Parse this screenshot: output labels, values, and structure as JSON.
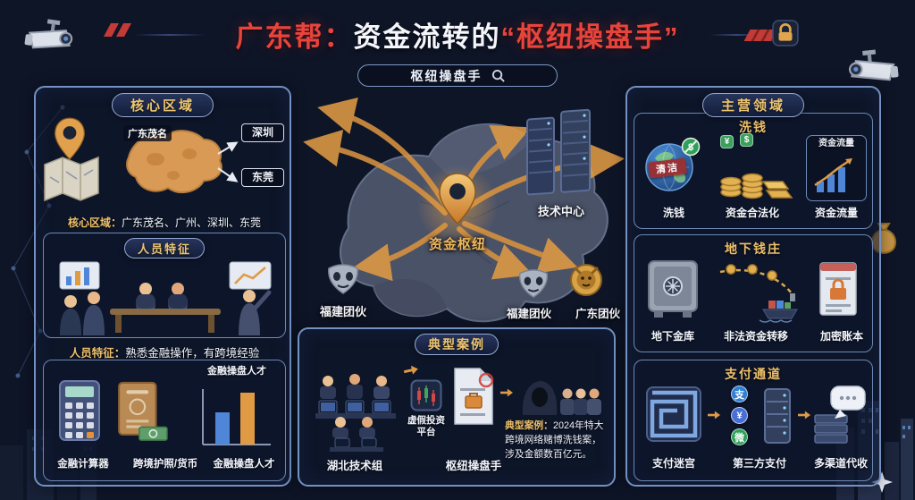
{
  "colors": {
    "bg": "#121a2d",
    "gold": "#eec06a",
    "red": "#e8443c",
    "panel_border": "#7391c2",
    "arrow": "#d8923f"
  },
  "header": {
    "title": {
      "part1": "广东帮：",
      "part2": "资金流转的",
      "part3": "“枢纽操盘手”"
    },
    "search": {
      "value": "枢纽操盘手"
    }
  },
  "core_region": {
    "title": "核心区域",
    "map": {
      "region_label": "广东茂名",
      "city1": "深圳",
      "city2": "东莞"
    },
    "caption": {
      "label": "核心区域：",
      "text": "广东茂名、广州、深圳、东莞"
    }
  },
  "personnel": {
    "title": "人员特征",
    "caption": {
      "label": "人员特征：",
      "text": "熟悉金融操作，有跨境经验"
    },
    "tools": {
      "chart_note": "金融操盘人才",
      "items": [
        "金融计算器",
        "跨境护照/货币",
        "金融操盘人才"
      ]
    }
  },
  "network_map": {
    "hub": "资金枢纽",
    "tech": "技术中心",
    "gang_left": "福建团伙",
    "gang_mid": "福建团伙",
    "gang_right": "广东团伙"
  },
  "case_panel": {
    "title": "典型案例",
    "node1": "湖北技术组",
    "node2": "虚假投资平台",
    "node3": "枢纽操盘手",
    "desc_label": "典型案例：",
    "desc_text": "2024年特大跨境网络赌博洗钱案，涉及金额数百亿元。"
  },
  "business": {
    "title": "主营领域",
    "laundering": {
      "title": "洗钱",
      "globe_banner": "清洁",
      "badge_no": "$",
      "money_badges": [
        "¥",
        "$"
      ],
      "chart_title": "资金流量",
      "labels": [
        "洗钱",
        "资金合法化",
        "资金流量"
      ]
    },
    "banks": {
      "title": "地下钱庄",
      "labels": [
        "地下金库",
        "非法资金转移",
        "加密账本"
      ]
    },
    "payments": {
      "title": "支付通道",
      "badges": [
        "支",
        "¥",
        "微"
      ],
      "labels": [
        "支付迷宫",
        "第三方支付",
        "多渠道代收"
      ]
    }
  }
}
